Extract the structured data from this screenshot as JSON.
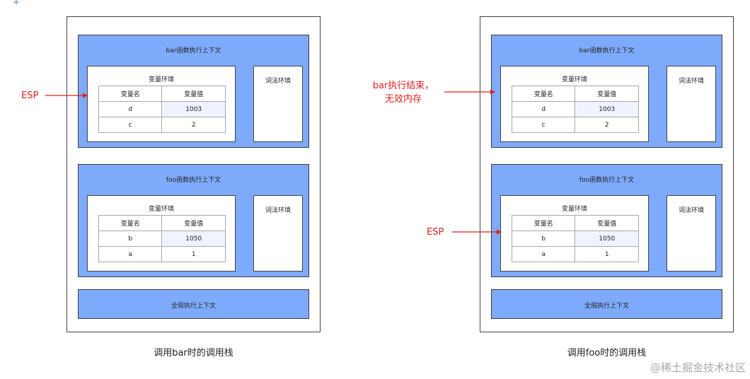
{
  "left_stack": {
    "top_context": {
      "title": "bar函数执行上下文",
      "variable_env_title": "变量环境",
      "lexical_env_title": "词法环境",
      "headers": [
        "变量名",
        "变量值"
      ],
      "rows": [
        [
          "d",
          "1003"
        ],
        [
          "c",
          "2"
        ]
      ]
    },
    "bottom_context": {
      "title": "foo函数执行上下文",
      "variable_env_title": "变量环境",
      "lexical_env_title": "词法环境",
      "headers": [
        "变量名",
        "变量值"
      ],
      "rows": [
        [
          "b",
          "1050"
        ],
        [
          "a",
          "1"
        ]
      ]
    },
    "global_context": "全局执行上下文",
    "caption": "调用bar时的调用栈",
    "pointer_label": "ESP"
  },
  "right_stack": {
    "top_context": {
      "title": "bar函数执行上下文",
      "variable_env_title": "变量环境",
      "lexical_env_title": "词法环境",
      "headers": [
        "变量名",
        "变量值"
      ],
      "rows": [
        [
          "d",
          "1003"
        ],
        [
          "c",
          "2"
        ]
      ]
    },
    "bottom_context": {
      "title": "foo函数执行上下文",
      "variable_env_title": "变量环境",
      "lexical_env_title": "词法环境",
      "headers": [
        "变量名",
        "变量值"
      ],
      "rows": [
        [
          "b",
          "1050"
        ],
        [
          "a",
          "1"
        ]
      ]
    },
    "global_context": "全局执行上下文",
    "caption": "调用foo时的调用栈",
    "pointer_label": "ESP",
    "note_line1": "bar执行结束，",
    "note_line2": "无效内存"
  },
  "watermark": "@稀土掘金技术社区",
  "colors": {
    "context_fill": "#7eaafb",
    "highlight_cell": "#eef3fe",
    "pointer_red": "#e0201c"
  }
}
